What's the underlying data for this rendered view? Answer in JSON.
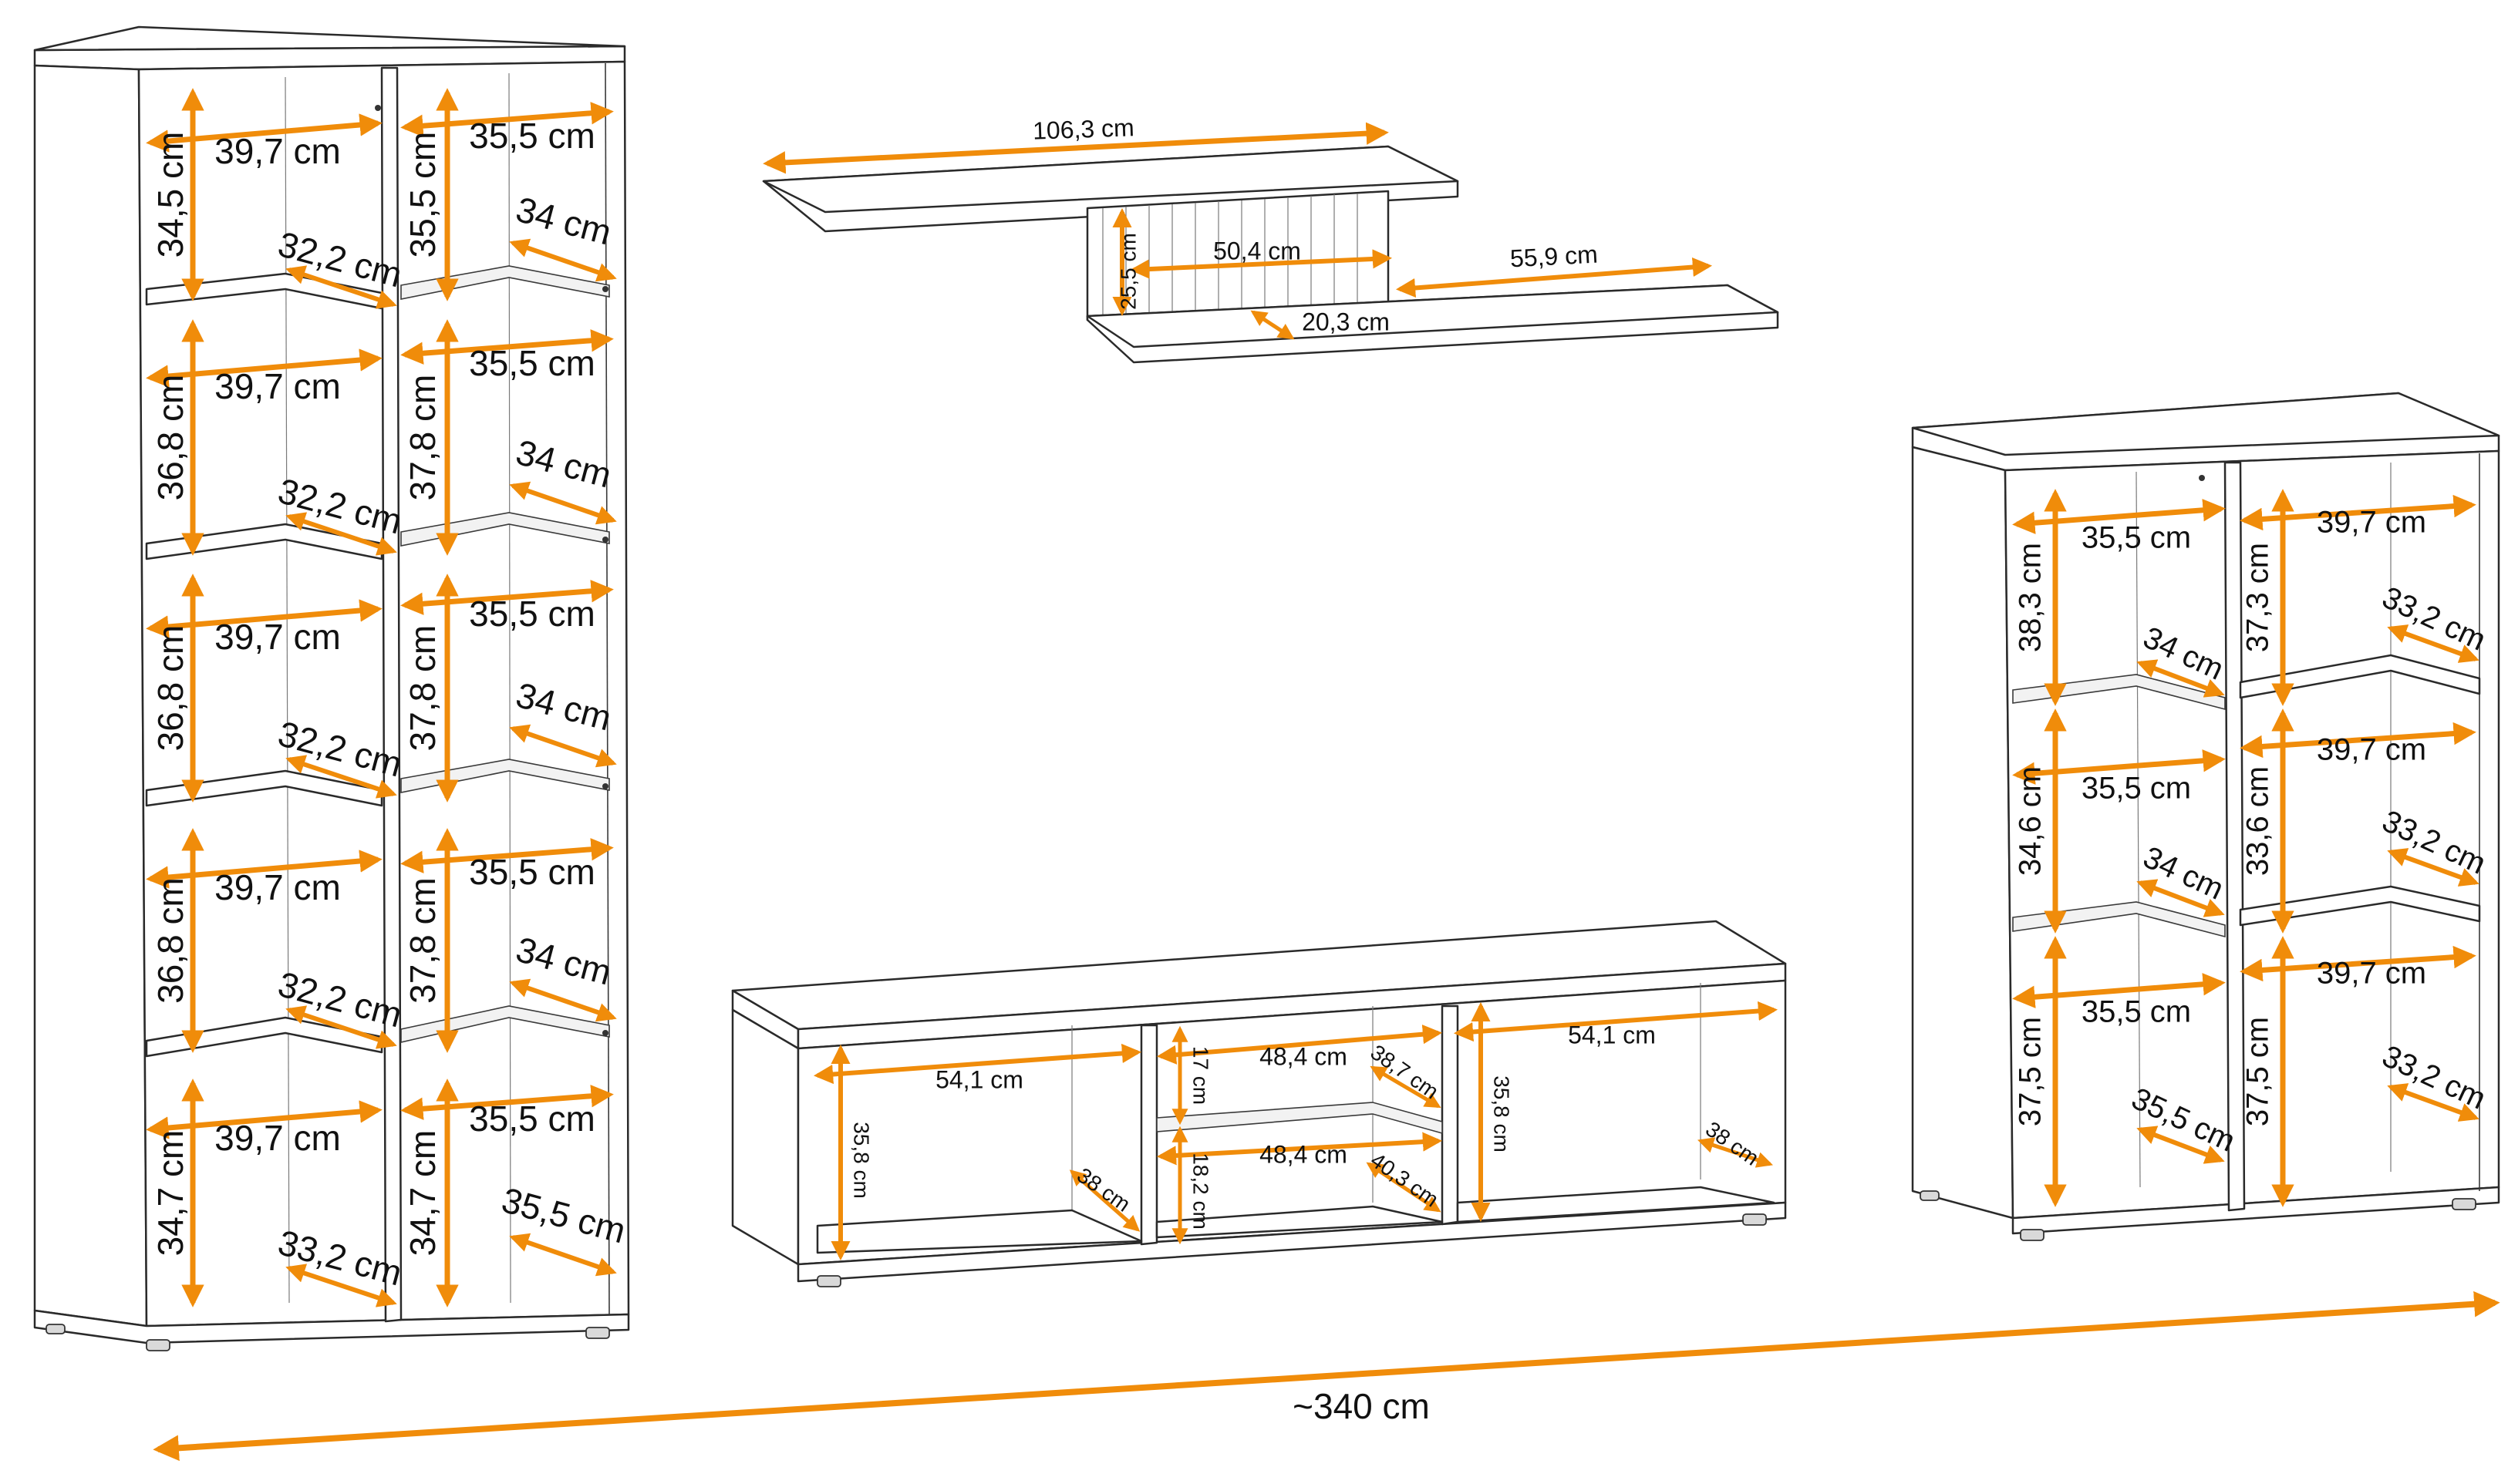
{
  "colors": {
    "arrow": "#F08C0A",
    "line": "#2a2a2a",
    "text": "#111111"
  },
  "total": {
    "label": "~340 cm"
  },
  "shelf": {
    "top_length": "106,3 cm",
    "box_width": "50,4 cm",
    "box_height": "25,5 cm",
    "box_depth": "20,3 cm",
    "lower_length": "55,9 cm"
  },
  "tall_cabinet": {
    "rows": [
      {
        "left_width": "39,7 cm",
        "left_height": "34,5 cm",
        "left_depth": "32,2 cm",
        "right_width": "35,5 cm",
        "right_height": "35,5 cm",
        "right_depth": "34 cm"
      },
      {
        "left_width": "39,7 cm",
        "left_height": "36,8 cm",
        "left_depth": "32,2 cm",
        "right_width": "35,5 cm",
        "right_height": "37,8 cm",
        "right_depth": "34 cm"
      },
      {
        "left_width": "39,7 cm",
        "left_height": "36,8 cm",
        "left_depth": "32,2 cm",
        "right_width": "35,5 cm",
        "right_height": "37,8 cm",
        "right_depth": "34 cm"
      },
      {
        "left_width": "39,7 cm",
        "left_height": "36,8 cm",
        "left_depth": "32,2 cm",
        "right_width": "35,5 cm",
        "right_height": "37,8 cm",
        "right_depth": "34 cm"
      },
      {
        "left_width": "39,7 cm",
        "left_height": "34,7 cm",
        "left_depth": "33,2 cm",
        "right_width": "35,5 cm",
        "right_height": "34,7 cm",
        "right_depth": "35,5 cm"
      }
    ]
  },
  "tv_board": {
    "left_width": "54,1 cm",
    "left_height": "35,8 cm",
    "left_depth": "38 cm",
    "mid_top_width": "48,4 cm",
    "mid_top_height": "17 cm",
    "mid_top_depth": "38,7 cm",
    "mid_bottom_width": "48,4 cm",
    "mid_bottom_height": "18,2 cm",
    "mid_bottom_depth": "40,3 cm",
    "right_width": "54,1 cm",
    "right_height": "35,8 cm",
    "right_depth": "38 cm"
  },
  "small_cabinet": {
    "rows": [
      {
        "left_width": "35,5 cm",
        "left_height": "38,3 cm",
        "left_depth": "34 cm",
        "right_width": "39,7 cm",
        "right_height": "37,3 cm",
        "right_depth": "33,2 cm"
      },
      {
        "left_width": "35,5 cm",
        "left_height": "34,6 cm",
        "left_depth": "34 cm",
        "right_width": "39,7 cm",
        "right_height": "33,6 cm",
        "right_depth": "33,2 cm"
      },
      {
        "left_width": "35,5 cm",
        "left_height": "37,5 cm",
        "left_depth": "35,5 cm",
        "right_width": "39,7 cm",
        "right_height": "37,5 cm",
        "right_depth": "33,2 cm"
      }
    ]
  }
}
